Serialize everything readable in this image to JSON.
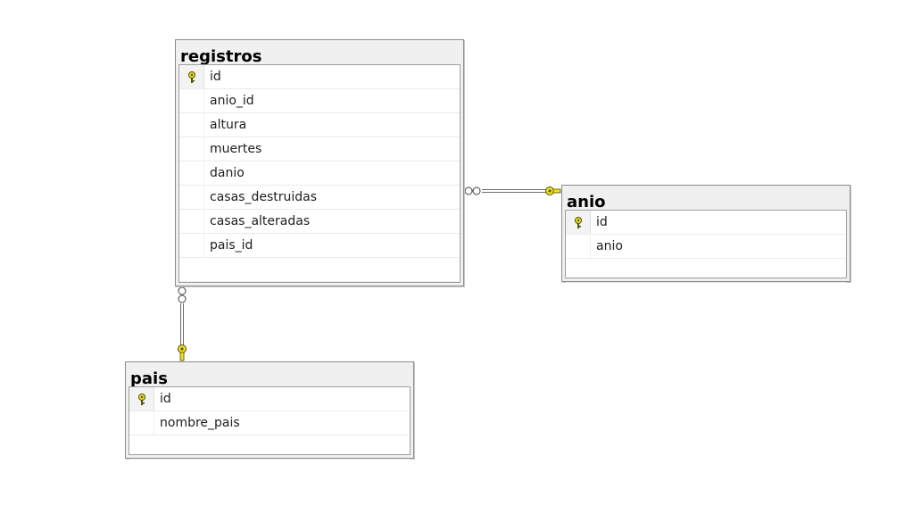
{
  "tables": [
    {
      "id": "registros",
      "name": "registros",
      "columns": [
        {
          "name": "id",
          "key": true
        },
        {
          "name": "anio_id",
          "key": false
        },
        {
          "name": "altura",
          "key": false
        },
        {
          "name": "muertes",
          "key": false
        },
        {
          "name": "danio",
          "key": false
        },
        {
          "name": "casas_destruidas",
          "key": false
        },
        {
          "name": "casas_alteradas",
          "key": false
        },
        {
          "name": "pais_id",
          "key": false
        }
      ]
    },
    {
      "id": "anio",
      "name": "anio",
      "columns": [
        {
          "name": "id",
          "key": true
        },
        {
          "name": "anio",
          "key": false
        }
      ]
    },
    {
      "id": "pais",
      "name": "pais",
      "columns": [
        {
          "name": "id",
          "key": true
        },
        {
          "name": "nombre_pais",
          "key": false
        }
      ]
    }
  ],
  "relationships": [
    {
      "from": "registros",
      "to": "anio",
      "from_end": "many",
      "to_end": "key"
    },
    {
      "from": "registros",
      "to": "pais",
      "from_end": "many",
      "to_end": "key"
    }
  ],
  "colors": {
    "key_icon": "#f0e020",
    "key_outline": "#505000",
    "connector": "#606060"
  }
}
